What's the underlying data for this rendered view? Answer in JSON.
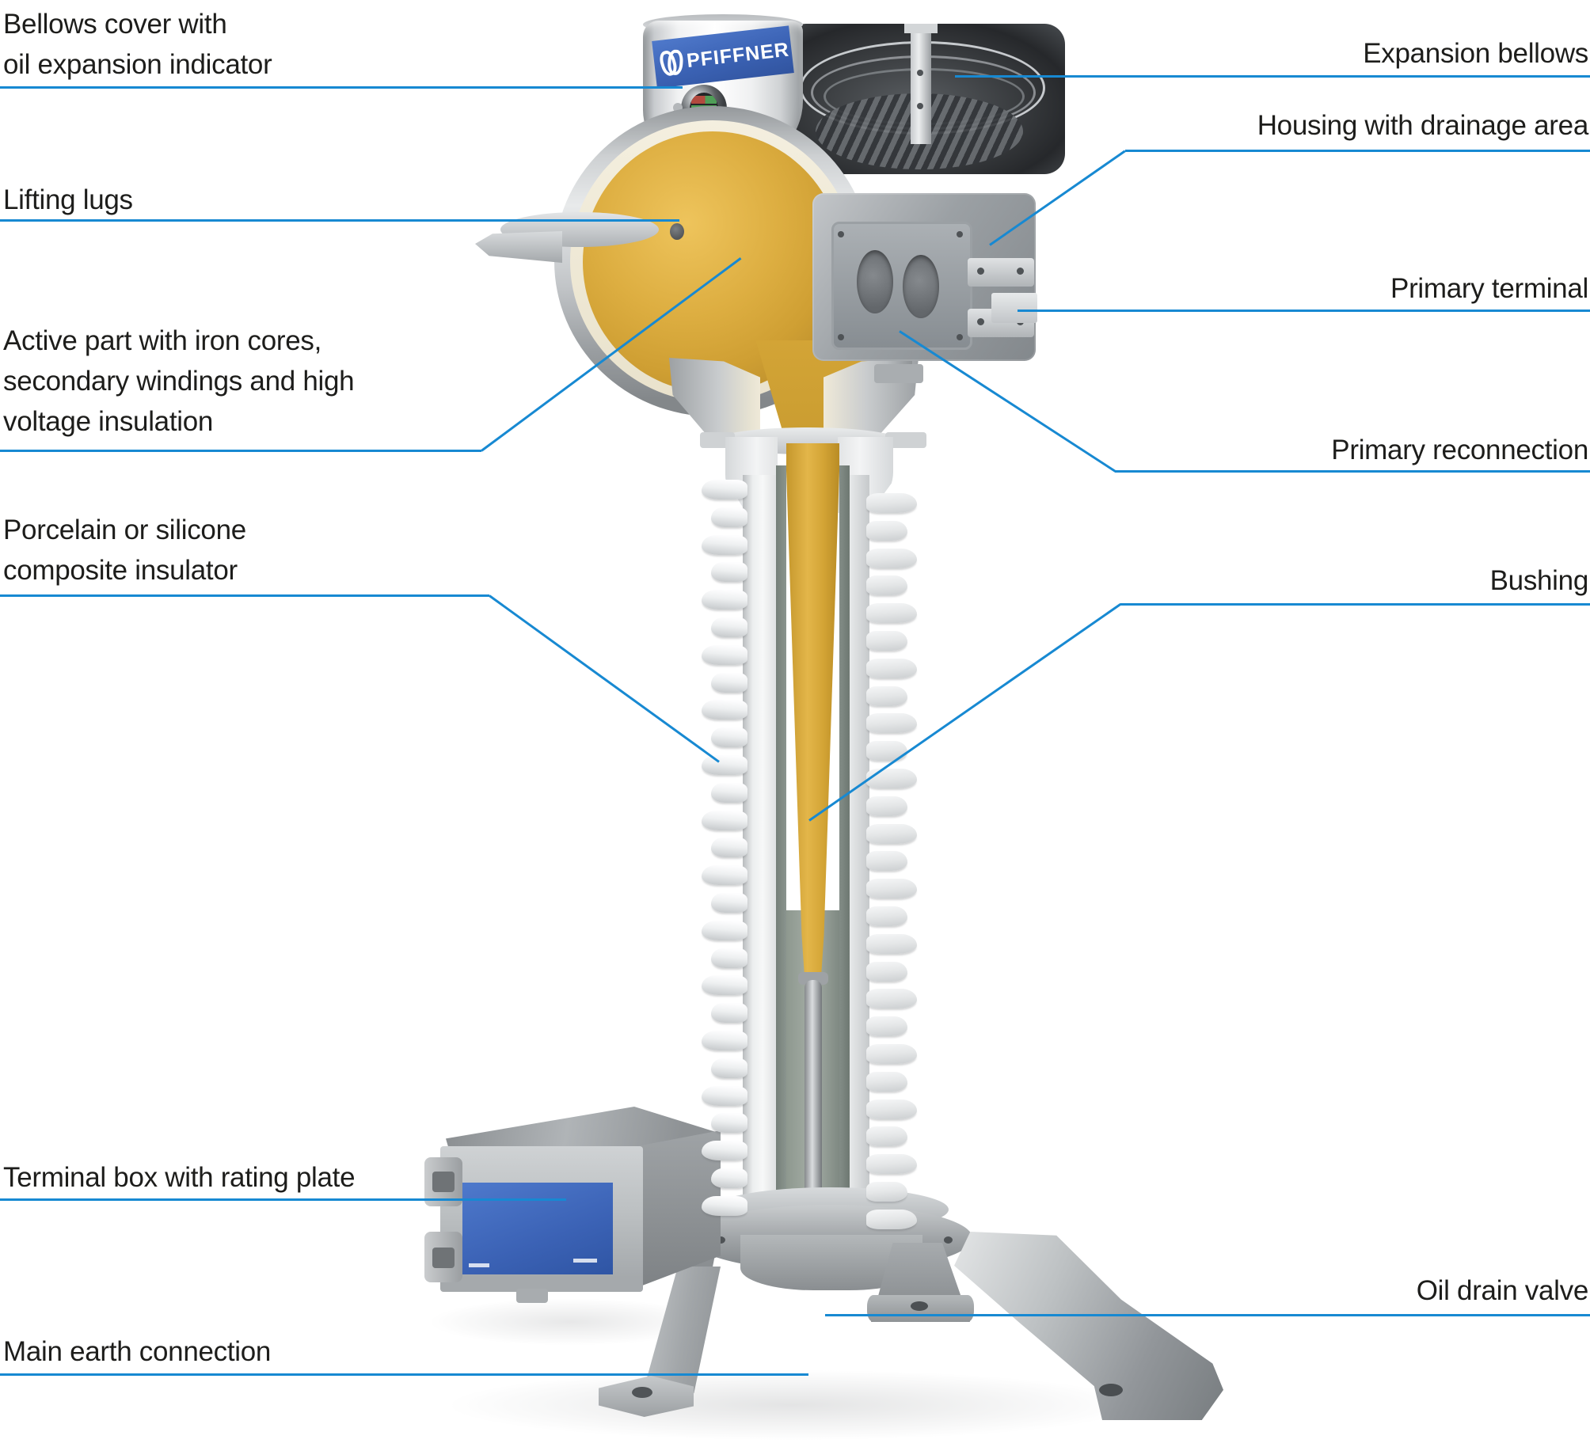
{
  "brand": {
    "logo_text": "PFIFFNER"
  },
  "labels": {
    "left": [
      {
        "id": "bellows_cover",
        "text": "Bellows cover with\noil expansion indicator"
      },
      {
        "id": "lifting_lugs",
        "text": "Lifting lugs"
      },
      {
        "id": "active_part",
        "text": "Active part with iron cores,\nsecondary windings and high\nvoltage insulation"
      },
      {
        "id": "porcelain_insulator",
        "text": "Porcelain or silicone\ncomposite insulator"
      },
      {
        "id": "terminal_box",
        "text": "Terminal box with rating plate"
      },
      {
        "id": "main_earth",
        "text": "Main earth connection"
      }
    ],
    "right": [
      {
        "id": "expansion_bellows",
        "text": "Expansion bellows"
      },
      {
        "id": "housing_drainage",
        "text": "Housing with drainage area"
      },
      {
        "id": "primary_terminal",
        "text": "Primary terminal"
      },
      {
        "id": "primary_reconnection",
        "text": "Primary reconnection"
      },
      {
        "id": "bushing",
        "text": "Bushing"
      },
      {
        "id": "oil_drain_valve",
        "text": "Oil drain valve"
      }
    ]
  },
  "colors": {
    "leader_line": "#1789d2",
    "label_text": "#1d1d1b",
    "brand_blue": "#3d63b3",
    "active_part_yellow": "#d9a93c",
    "indicator_green": "#4f9e57",
    "indicator_red": "#b2564a"
  }
}
